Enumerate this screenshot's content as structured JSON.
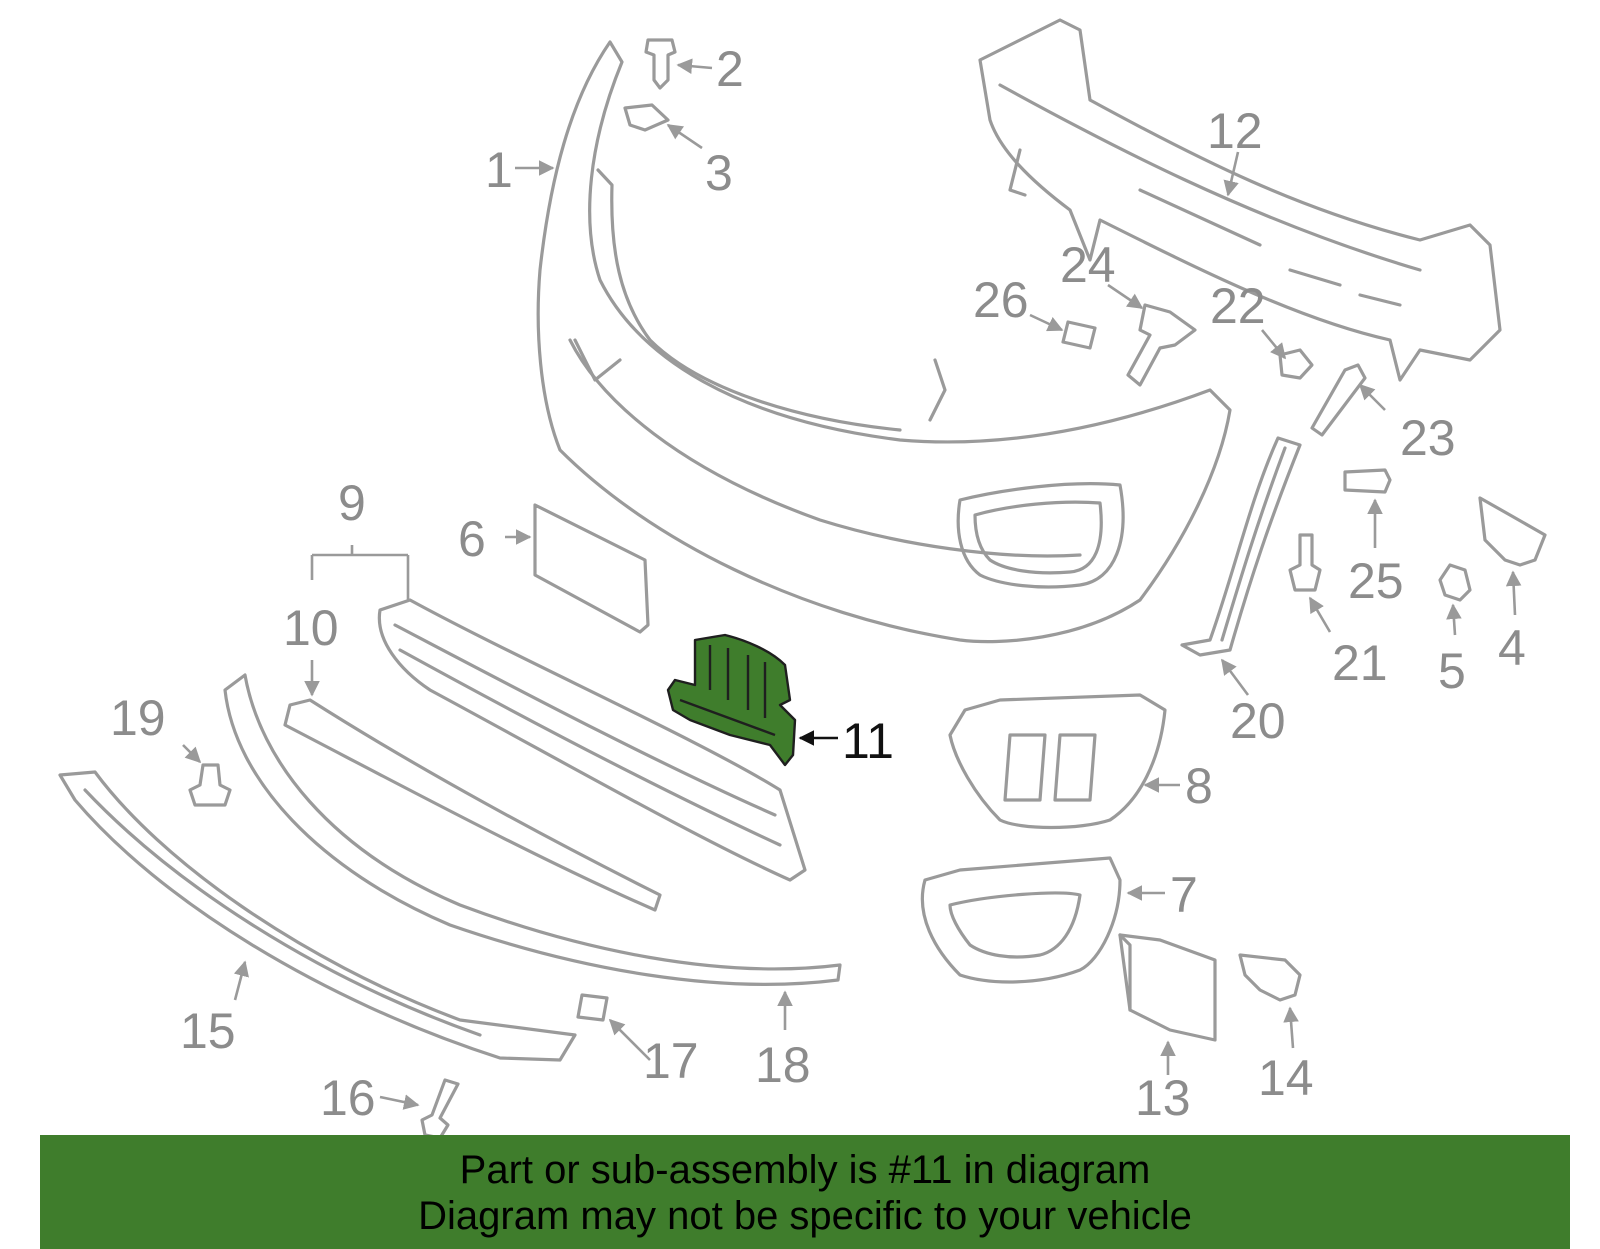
{
  "callouts": {
    "c1": "1",
    "c2": "2",
    "c3": "3",
    "c4": "4",
    "c5": "5",
    "c6": "6",
    "c7": "7",
    "c8": "8",
    "c9": "9",
    "c10": "10",
    "c11": "11",
    "c12": "12",
    "c13": "13",
    "c14": "14",
    "c15": "15",
    "c16": "16",
    "c17": "17",
    "c18": "18",
    "c19": "19",
    "c20": "20",
    "c21": "21",
    "c22": "22",
    "c23": "23",
    "c24": "24",
    "c25": "25",
    "c26": "26"
  },
  "highlighted_part": "11",
  "colors": {
    "highlight": "#3f7d2c",
    "part_outline": "#9a9a9a",
    "callout_text": "#8c8c8c"
  },
  "banner": {
    "line1": "Part or sub-assembly is #11 in diagram",
    "line2": "Diagram may not be specific to your vehicle"
  }
}
